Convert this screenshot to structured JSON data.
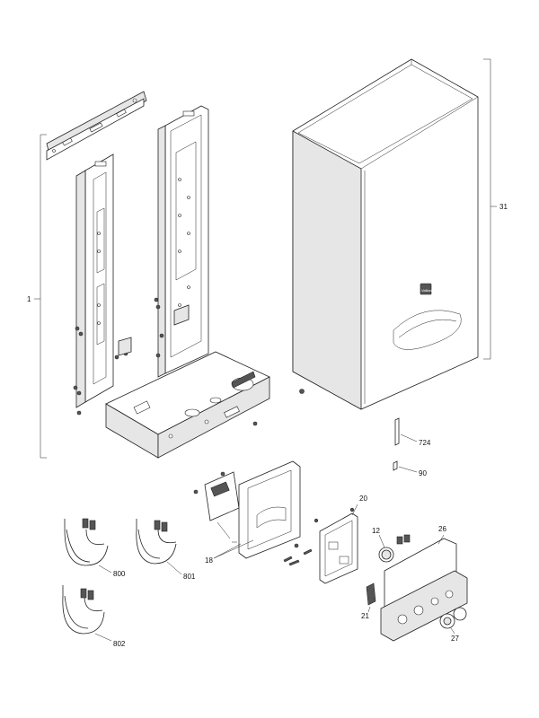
{
  "callouts": {
    "c1": "1",
    "c31": "31",
    "c724": "724",
    "c90": "90",
    "c20": "20",
    "c12": "12",
    "c26": "26",
    "c18": "18",
    "c21": "21",
    "c27": "27",
    "c800": "800",
    "c801": "801",
    "c802": "802"
  },
  "casing_badge": "Vaillant"
}
